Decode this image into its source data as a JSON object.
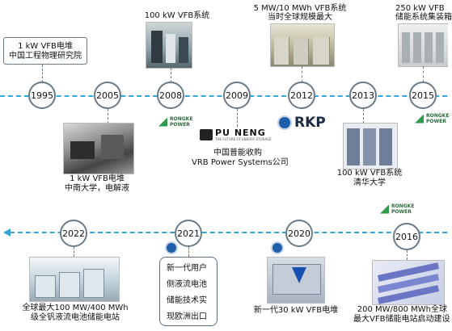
{
  "top_row": [
    {
      "year": "1995",
      "caption_lines": [
        "1 kW VFB电堆",
        "中国工程物理研究院"
      ]
    },
    {
      "year": "2005",
      "caption_lines": [
        "1 kW VFB电堆",
        "中南大学，电解液"
      ]
    },
    {
      "year": "2008",
      "caption_lines": [
        "100 kW VFB系统"
      ],
      "logo": "RONGKE POWER"
    },
    {
      "year": "2009",
      "caption_lines": [
        "中国普能收购",
        "VRB Power Systems公司"
      ],
      "logo": "PU NENG",
      "logo_sub": "THE FUTURE OF ENERGY STORAGE"
    },
    {
      "year": "2012",
      "caption_lines": [
        "5 MW/10 MWh VFB系统",
        "当时全球规模最大"
      ],
      "logo": "RKP"
    },
    {
      "year": "2013",
      "caption_lines": [
        "100 kW VFB系统",
        "清华大学"
      ]
    },
    {
      "year": "2015",
      "caption_lines": [
        "250 kW VFB",
        "储能系统集装箱"
      ],
      "logo": "RONGKE POWER"
    }
  ],
  "bottom_row": [
    {
      "year": "2022",
      "caption_lines": [
        "全球最大100 MW/400 MWh",
        "级全钒液流电池储能电站"
      ]
    },
    {
      "year": "2021",
      "caption_lines": [
        "新一代用户",
        "侧液流电池",
        "储能技术实",
        "现欧洲出口"
      ]
    },
    {
      "year": "2020",
      "caption_lines": [
        "新一代30 kW VFB电堆"
      ]
    },
    {
      "year": "2016",
      "caption_lines": [
        "200 MW/800 MWh全球",
        "最大VFB储能电站启动建设"
      ],
      "logo": "RONGKE POWER"
    }
  ],
  "logo_text": {
    "rongke_1": "RONGKE",
    "rongke_2": "POWER",
    "puneng": "PU NENG",
    "puneng_sub": "THE FUTURE OF ENERGY STORAGE",
    "rkp": "RKP"
  }
}
